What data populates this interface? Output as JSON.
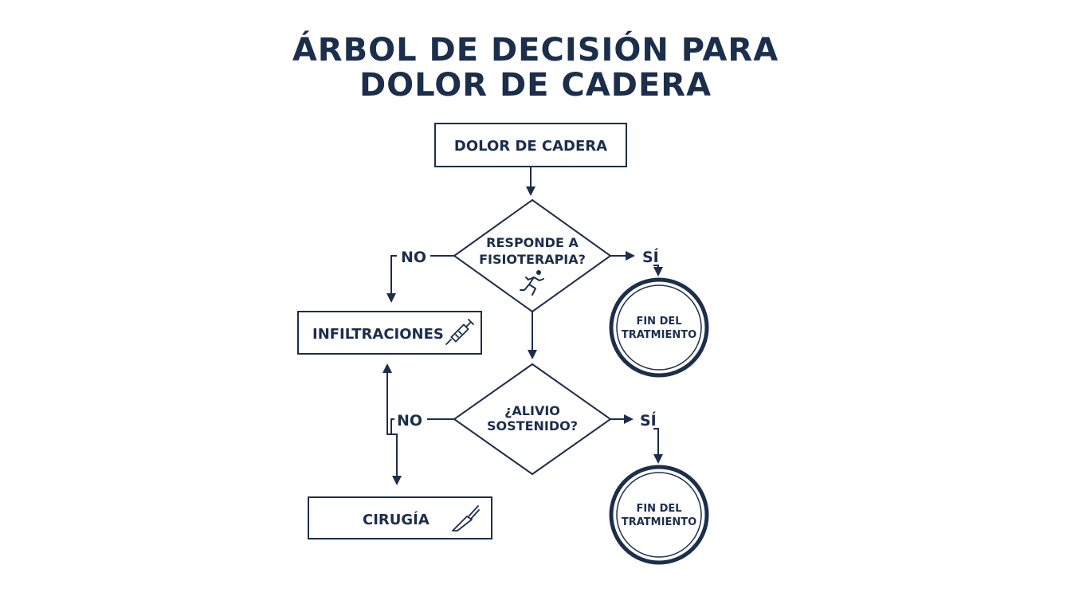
{
  "title": {
    "line1": "ÁRBOL DE DECISIÓN PARA",
    "line2": "DOLOR DE CADERA"
  },
  "nodes": {
    "start": "DOLOR DE CADERA",
    "decision1": {
      "line1": "RESPONDE A",
      "line2": "FISIOTERAPIA?",
      "icon": "runner-icon"
    },
    "end1": {
      "line1": "FIN DEL",
      "line2": "TRATMIENTO"
    },
    "infiltraciones": {
      "label": "INFILTRACIONES",
      "icon": "syringe-icon"
    },
    "decision2": {
      "line1": "¿ALIVIO",
      "line2": "SOSTENIDO?"
    },
    "end2": {
      "line1": "FIN DEL",
      "line2": "TRATMIENTO"
    },
    "cirugia": {
      "label": "CIRUGÍA",
      "icon": "scalpel-icon"
    }
  },
  "labels": {
    "d1_no": "NO",
    "d1_yes": "SÍ",
    "d2_no": "NO",
    "d2_yes": "SÍ"
  },
  "colors": {
    "ink": "#1b2e4b",
    "background": "#ffffff"
  }
}
